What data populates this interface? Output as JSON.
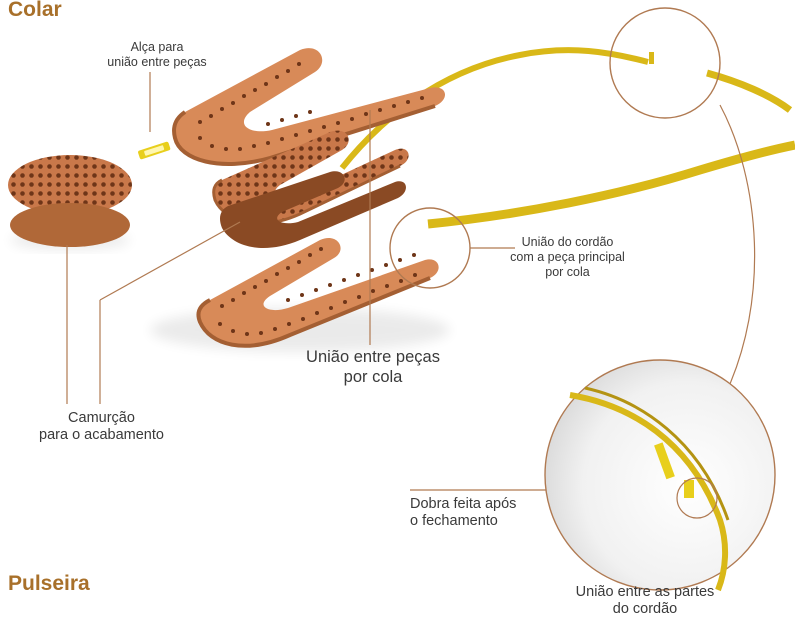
{
  "titles": {
    "necklace": "Colar",
    "bracelet": "Pulseira"
  },
  "labels": {
    "loop": [
      "Alça para",
      "união entre peças"
    ],
    "cord_join": [
      "União do cordão",
      "com a peça principal",
      "por cola"
    ],
    "glue_join": [
      "União entre peças",
      "por cola"
    ],
    "suede": [
      "Camurção",
      "para o acabamento"
    ],
    "fold": [
      "Dobra feita após",
      "o fechamento"
    ],
    "cord_parts": [
      "União entre as partes",
      "do cordão"
    ]
  },
  "colors": {
    "title": "#a8702a",
    "leather_light": "#d88a58",
    "leather_dark": "#a45f33",
    "suede": "#8a4a24",
    "cord": "#e2c21a",
    "leader_line": "#b07a52"
  }
}
